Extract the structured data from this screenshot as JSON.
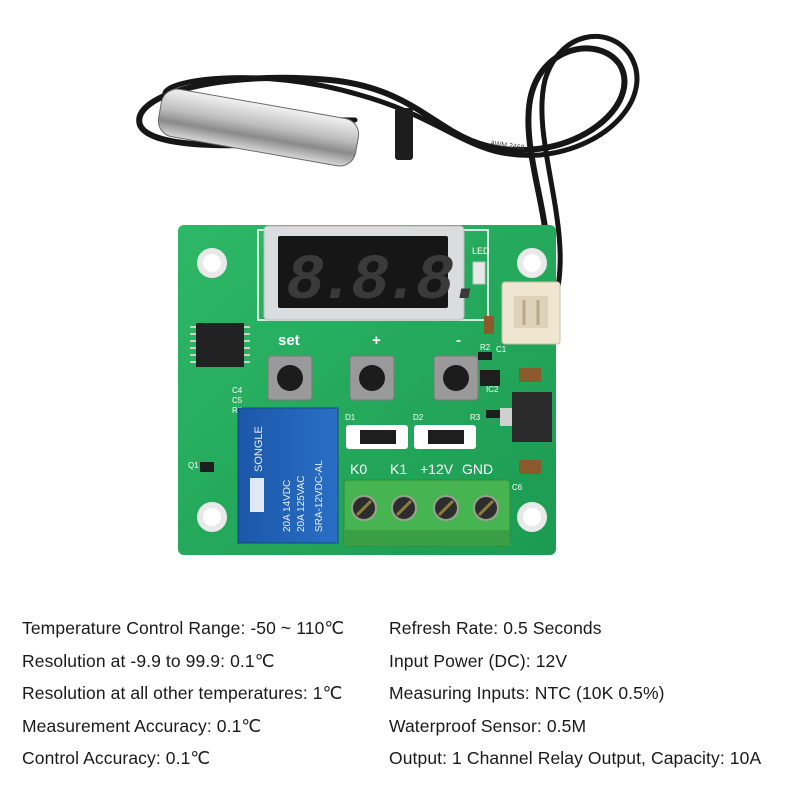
{
  "board": {
    "display_digits": "8.8.8.",
    "led_label": "LED",
    "buttons": [
      "set",
      "+",
      "-"
    ],
    "terminal_labels": [
      "K0",
      "K1",
      "+12V",
      "GND"
    ],
    "relay_brand": "SONGLE",
    "relay_lines": [
      "20A 14VDC",
      "20A 125VAC",
      "SRA-12VDC-AL"
    ],
    "component_labels": {
      "c1": "C1",
      "r2": "R2",
      "ic2": "IC2",
      "c4": "C4",
      "c5": "C5",
      "r7": "R7",
      "d1": "D1",
      "d2": "D2",
      "r3": "R3",
      "q1": "Q1",
      "c6": "C6"
    },
    "cable_print": "AWM 2468"
  },
  "specs": {
    "left": [
      "Temperature Control Range: -50 ~ 110℃",
      "Resolution at -9.9 to 99.9: 0.1℃",
      "Resolution at all other temperatures: 1℃",
      "Measurement Accuracy: 0.1℃",
      "Control Accuracy: 0.1℃"
    ],
    "right": [
      "Refresh Rate: 0.5 Seconds",
      "Input Power (DC): 12V",
      "Measuring Inputs: NTC (10K 0.5%)",
      "Waterproof Sensor: 0.5M",
      "Output: 1 Channel Relay Output, Capacity: 10A"
    ]
  },
  "colors": {
    "pcb": "#23a35b",
    "display_segment": "#3a3a3a",
    "relay": "#1e5fb3",
    "terminal": "#3fae4a"
  }
}
